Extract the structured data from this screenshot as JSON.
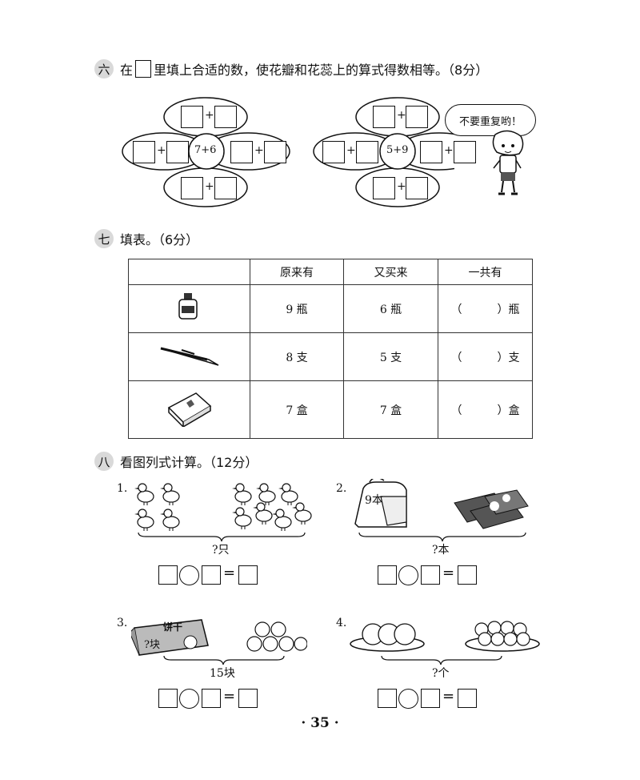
{
  "section6": {
    "number": "六",
    "title_pre": "在",
    "title_post": "里填上合适的数，使花瓣和花蕊上的算式得数相等。（8分）",
    "flower1_center": "7+6",
    "flower2_center": "5+9",
    "plus": "+",
    "speech": "不要重复哟！"
  },
  "section7": {
    "number": "七",
    "title": "填表。（6分）",
    "headers": [
      "",
      "原来有",
      "又买来",
      "一共有"
    ],
    "rows": [
      {
        "icon": "ink-bottle-icon",
        "orig": "9 瓶",
        "bought": "6 瓶",
        "total_open": "（",
        "total_close": "）瓶"
      },
      {
        "icon": "pen-icon",
        "orig": "8 支",
        "bought": "5 支",
        "total_open": "（",
        "total_close": "）支"
      },
      {
        "icon": "crayon-box-icon",
        "orig": "7 盒",
        "bought": "7 盒",
        "total_open": "（",
        "total_close": "）盒"
      }
    ]
  },
  "section8": {
    "number": "八",
    "title": "看图列式计算。（12分）",
    "problems": [
      {
        "num": "1.",
        "label": "?只"
      },
      {
        "num": "2.",
        "label": "?本",
        "bag_text": "9本"
      },
      {
        "num": "3.",
        "label": "15块",
        "biscuit_text": "饼干",
        "pack_text": "?块"
      },
      {
        "num": "4.",
        "label": "?个"
      }
    ],
    "equals": "="
  },
  "page_number": "· 35 ·"
}
